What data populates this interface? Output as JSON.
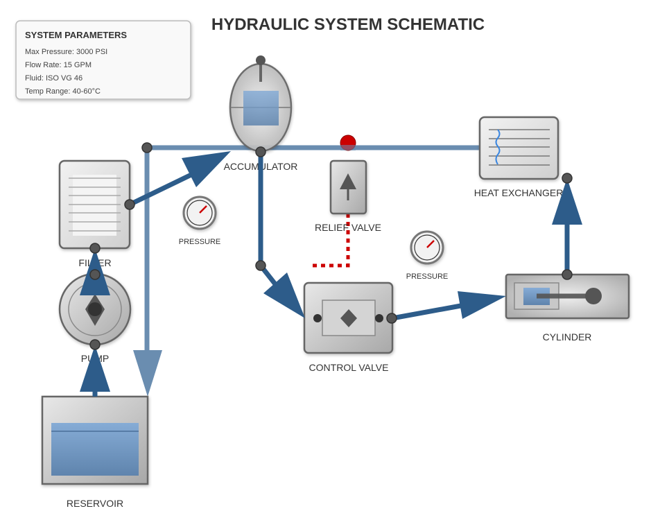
{
  "title": "HYDRAULIC SYSTEM SCHEMATIC",
  "parameters": {
    "heading": "SYSTEM PARAMETERS",
    "lines": [
      "Max Pressure: 3000 PSI",
      "Flow Rate: 15 GPM",
      "Fluid: ISO VG 46",
      "Temp Range: 40-60°C"
    ]
  },
  "components": {
    "reservoir": "RESERVOIR",
    "pump": "PUMP",
    "filter": "FILTER",
    "accumulator": "ACCUMULATOR",
    "relief_valve": "RELIEF VALVE",
    "heat_exchanger": "HEAT EXCHANGER",
    "control_valve": "CONTROL VALVE",
    "cylinder": "CYLINDER"
  },
  "gauges": [
    {
      "label": "PRESSURE"
    },
    {
      "label": "PRESSURE"
    }
  ],
  "colors": {
    "pressure_line": "#2d5c8a",
    "return_line": "#6a8db0",
    "pilot_line": "#cc0000",
    "node": "#555555",
    "fluid": "#7aa3cf"
  }
}
